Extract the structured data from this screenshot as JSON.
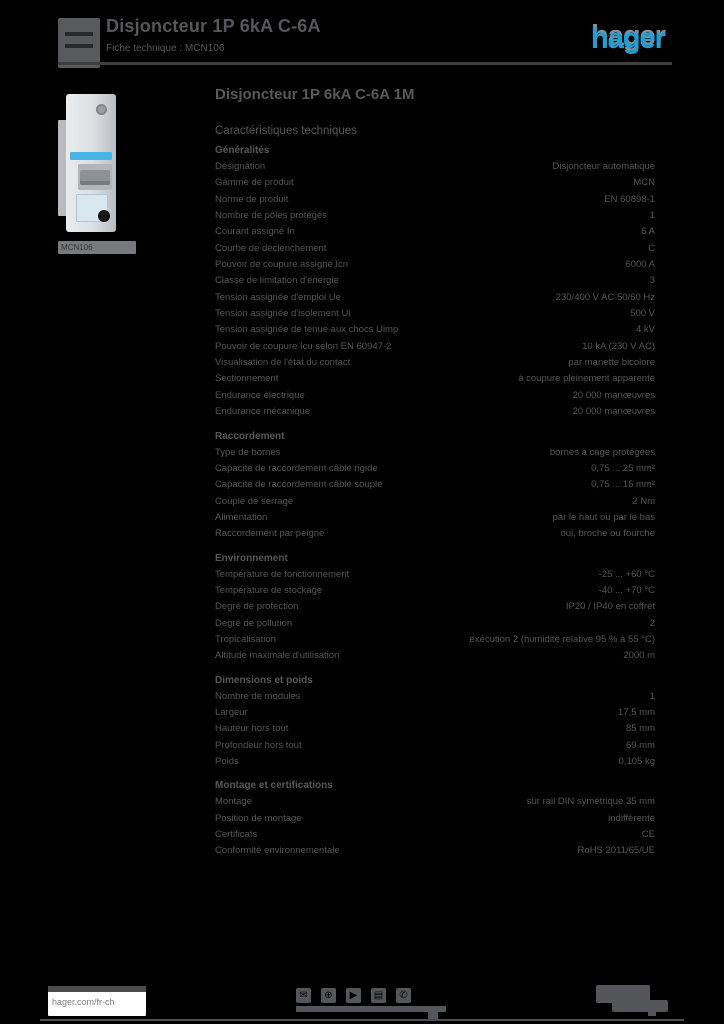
{
  "header": {
    "title_line1": "Disjoncteur 1P 6kA C-6A",
    "title_line2": "Fiche technique : MCN106",
    "brand": "hager"
  },
  "colors": {
    "accent_cyan": "#14a3dc",
    "text_gray": "#55565a",
    "background": "#000000"
  },
  "product": {
    "photo_caption": "MCN106",
    "title": "Disjoncteur 1P 6kA C-6A 1M",
    "subtitle": "Caractéristiques techniques"
  },
  "table": {
    "sections": [
      {
        "heading": "Généralités",
        "rows": [
          [
            "Désignation",
            "Disjoncteur automatique"
          ],
          [
            "Gamme de produit",
            "MCN"
          ],
          [
            "Norme de produit",
            "EN 60898-1"
          ],
          [
            "Nombre de pôles protégés",
            "1"
          ],
          [
            "Courant assigné In",
            "6 A"
          ],
          [
            "Courbe de déclenchement",
            "C"
          ],
          [
            "Pouvoir de coupure assigné Icn",
            "6000 A"
          ],
          [
            "Classe de limitation d'énergie",
            "3"
          ],
          [
            "Tension assignée d'emploi Ue",
            "230/400 V AC 50/60 Hz"
          ],
          [
            "Tension assignée d'isolement Ui",
            "500 V"
          ],
          [
            "Tension assignée de tenue aux chocs Uimp",
            "4 kV"
          ],
          [
            "Pouvoir de coupure Icu selon EN 60947-2",
            "10 kA (230 V AC)"
          ],
          [
            "Visualisation de l'état du contact",
            "par manette bicolore"
          ],
          [
            "Sectionnement",
            "à coupure pleinement apparente"
          ],
          [
            "Endurance électrique",
            "20 000 manœuvres"
          ],
          [
            "Endurance mécanique",
            "20 000 manœuvres"
          ]
        ]
      },
      {
        "heading": "Raccordement",
        "rows": [
          [
            "Type de bornes",
            "bornes à cage protégées"
          ],
          [
            "Capacité de raccordement câble rigide",
            "0,75 ... 25 mm²"
          ],
          [
            "Capacité de raccordement câble souple",
            "0,75 ... 16 mm²"
          ],
          [
            "Couple de serrage",
            "2 Nm"
          ],
          [
            "Alimentation",
            "par le haut ou par le bas"
          ],
          [
            "Raccordement par peigne",
            "oui, broche ou fourche"
          ]
        ]
      },
      {
        "heading": "Environnement",
        "rows": [
          [
            "Température de fonctionnement",
            "-25 ... +60 °C"
          ],
          [
            "Température de stockage",
            "-40 ... +70 °C"
          ],
          [
            "Degré de protection",
            "IP20 / IP40 en coffret"
          ],
          [
            "Degré de pollution",
            "2"
          ],
          [
            "Tropicalisation",
            "exécution 2 (humidité relative 95 % à 55 °C)"
          ],
          [
            "Altitude maximale d'utilisation",
            "2000 m"
          ]
        ]
      },
      {
        "heading": "Dimensions et poids",
        "rows": [
          [
            "Nombre de modules",
            "1"
          ],
          [
            "Largeur",
            "17,5 mm"
          ],
          [
            "Hauteur hors tout",
            "85 mm"
          ],
          [
            "Profondeur hors tout",
            "69 mm"
          ],
          [
            "Poids",
            "0,105 kg"
          ]
        ]
      },
      {
        "heading": "Montage et certifications",
        "rows": [
          [
            "Montage",
            "sur rail DIN symétrique 35 mm"
          ],
          [
            "Position de montage",
            "indifférente"
          ],
          [
            "Certificats",
            "CE"
          ],
          [
            "Conformité environnementale",
            "RoHS 2011/65/UE"
          ]
        ]
      }
    ]
  },
  "footer": {
    "website": "hager.com/fr-ch",
    "icons": [
      {
        "name": "mail-icon",
        "glyph": "✉"
      },
      {
        "name": "globe-icon",
        "glyph": "⊕"
      },
      {
        "name": "play-icon",
        "glyph": "▶"
      },
      {
        "name": "document-icon",
        "glyph": "▤"
      },
      {
        "name": "phone-icon",
        "glyph": "✆"
      }
    ]
  }
}
